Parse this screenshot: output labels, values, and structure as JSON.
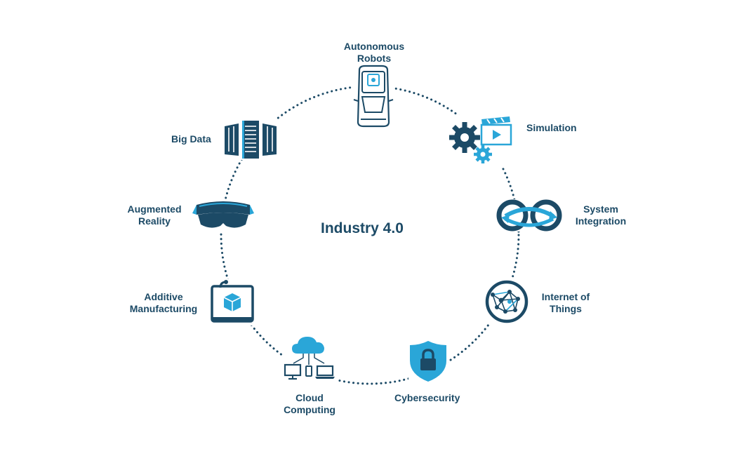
{
  "diagram": {
    "center_title": "Industry 4.0",
    "nodes": [
      {
        "key": "autonomous_robots",
        "line1": "Autonomous",
        "line2": "Robots",
        "icon": "autonomous-vehicle-icon"
      },
      {
        "key": "simulation",
        "line1": "Simulation",
        "line2": "",
        "icon": "gear-clapperboard-icon"
      },
      {
        "key": "system_integration",
        "line1": "System",
        "line2": "Integration",
        "icon": "infinity-integration-icon"
      },
      {
        "key": "iot",
        "line1": "Internet of",
        "line2": "Things",
        "icon": "network-sphere-icon"
      },
      {
        "key": "cybersecurity",
        "line1": "Cybersecurity",
        "line2": "",
        "icon": "shield-lock-icon"
      },
      {
        "key": "cloud_computing",
        "line1": "Cloud",
        "line2": "Computing",
        "icon": "cloud-devices-icon"
      },
      {
        "key": "additive_manufacturing",
        "line1": "Additive",
        "line2": "Manufacturing",
        "icon": "3d-printer-icon"
      },
      {
        "key": "augmented_reality",
        "line1": "Augmented",
        "line2": "Reality",
        "icon": "ar-headset-icon"
      },
      {
        "key": "big_data",
        "line1": "Big Data",
        "line2": "",
        "icon": "server-racks-icon"
      }
    ],
    "colors": {
      "dark": "#1c4a66",
      "light": "#2aa6d8"
    }
  }
}
